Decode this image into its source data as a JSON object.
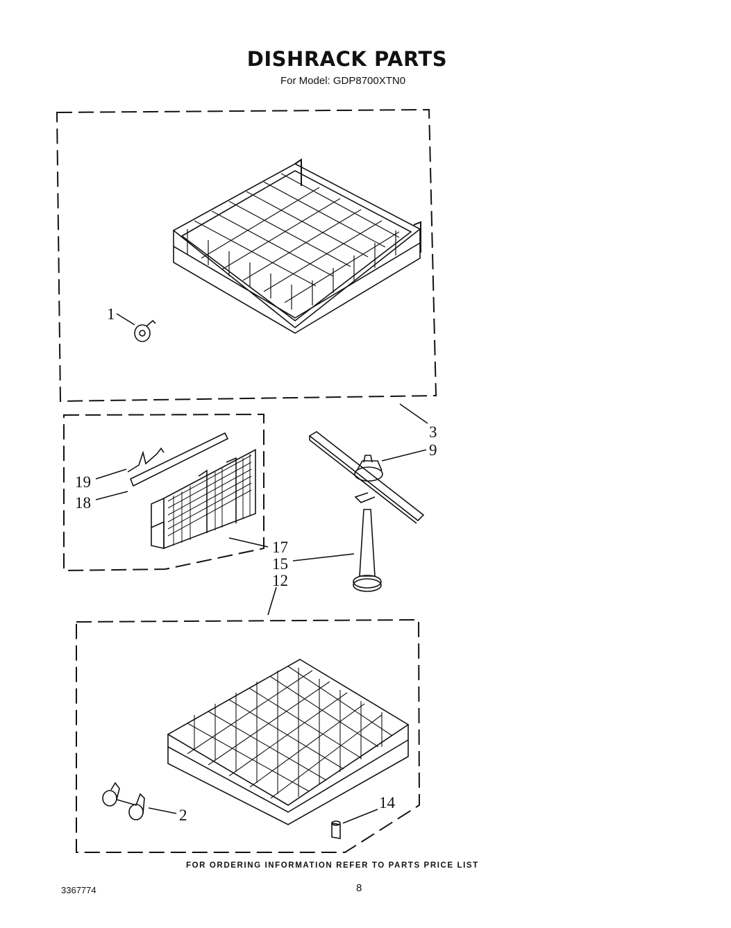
{
  "page": {
    "title": "DISHRACK PARTS",
    "subtitle": "For Model: GDP8700XTN0",
    "footer": "FOR ORDERING INFORMATION REFER TO PARTS PRICE LIST",
    "document_number": "3367774",
    "page_number": "8"
  },
  "callouts": {
    "p1": "1",
    "p2": "2",
    "p3": "3",
    "p9": "9",
    "p12": "12",
    "p14": "14",
    "p15": "15",
    "p17": "17",
    "p18": "18",
    "p19": "19"
  }
}
